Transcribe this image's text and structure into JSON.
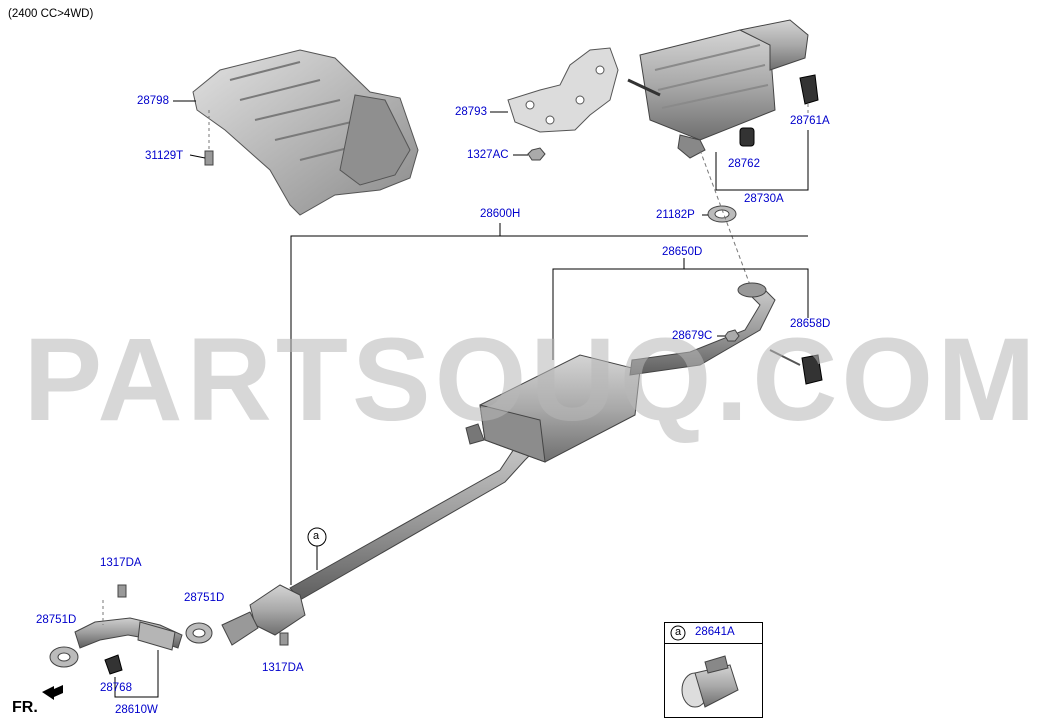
{
  "header": {
    "engine_spec": "(2400 CC>4WD)"
  },
  "front_marker": {
    "label": "FR."
  },
  "watermark": {
    "text": "PARTSOUQ.COM"
  },
  "callout": {
    "marker": "a"
  },
  "inset": {
    "marker": "a",
    "part_no": "28641A"
  },
  "parts": {
    "p28798": "28798",
    "p31129T": "31129T",
    "p28793": "28793",
    "p1327AC": "1327AC",
    "p28761A": "28761A",
    "p28762": "28762",
    "p28730A": "28730A",
    "p21182P": "21182P",
    "p28600H": "28600H",
    "p28650D": "28650D",
    "p28658D": "28658D",
    "p28679C": "28679C",
    "p1317DA_top": "1317DA",
    "p28751D_left": "28751D",
    "p28751D_right": "28751D",
    "p28768": "28768",
    "p28610W": "28610W",
    "p1317DA_bottom": "1317DA"
  }
}
